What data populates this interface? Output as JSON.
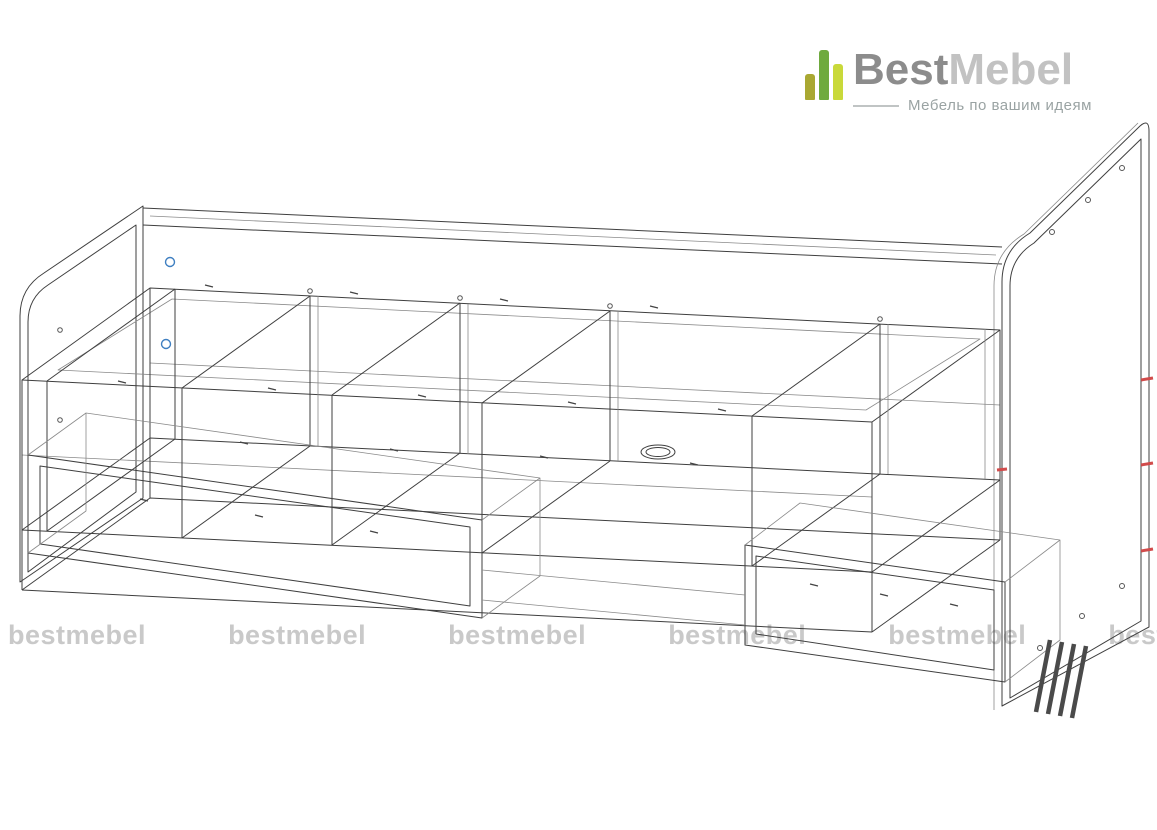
{
  "logo": {
    "brand_first": "Best",
    "brand_second": "Mebel",
    "tagline": "Мебель по вашим идеям",
    "icon": "bar-chart-bars-icon",
    "colors": {
      "bar_left": "#a9a832",
      "bar_middle": "#6faa3e",
      "bar_right": "#c9d93a",
      "brand_first": "#8c8c8c",
      "brand_second": "#c2c2c2",
      "tagline": "#9aa3a3"
    }
  },
  "watermark": {
    "text": "bestmebel",
    "count": 6,
    "color": "#c9c9c9"
  },
  "drawing": {
    "subject": "furniture-frame-wireframe",
    "line_color": "#3f3f3f",
    "hidden_line_color": "#8a8a8a",
    "accent_red": "#d14b4b",
    "accent_blue": "#3f7fc1",
    "background": "#ffffff"
  }
}
